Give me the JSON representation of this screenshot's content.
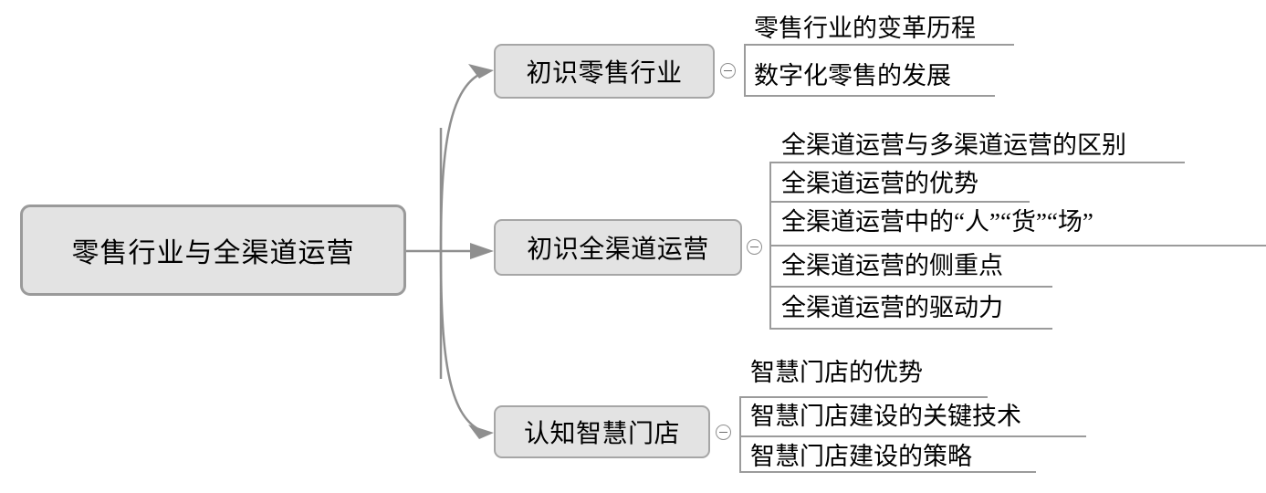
{
  "diagram": {
    "type": "mind-map",
    "title": "零售行业与全渠道运营",
    "root": {
      "label": "零售行业与全渠道运营"
    },
    "branches": [
      {
        "label": "初识零售行业",
        "toggle_icon": "collapse-minus-icon",
        "children": [
          {
            "label": "零售行业的变革历程"
          },
          {
            "label": "数字化零售的发展"
          }
        ]
      },
      {
        "label": "初识全渠道运营",
        "toggle_icon": "collapse-minus-icon",
        "children": [
          {
            "label": "全渠道运营与多渠道运营的区别"
          },
          {
            "label": "全渠道运营的优势"
          },
          {
            "label": "全渠道运营中的“人”“货”“场”"
          },
          {
            "label": "全渠道运营的侧重点"
          },
          {
            "label": "全渠道运营的驱动力"
          }
        ]
      },
      {
        "label": "认知智慧门店",
        "toggle_icon": "collapse-minus-icon",
        "children": [
          {
            "label": "智慧门店的优势"
          },
          {
            "label": "智慧门店建设的关键技术"
          },
          {
            "label": "智慧门店建设的策略"
          }
        ]
      }
    ],
    "colors": {
      "node_fill": "#e3e3e3",
      "root_border": "#9a9a9a",
      "branch_border": "#a6a6a6",
      "connector": "#8f8f8f",
      "rule": "#9b9b9b",
      "text": "#000000",
      "background": "#ffffff"
    }
  }
}
